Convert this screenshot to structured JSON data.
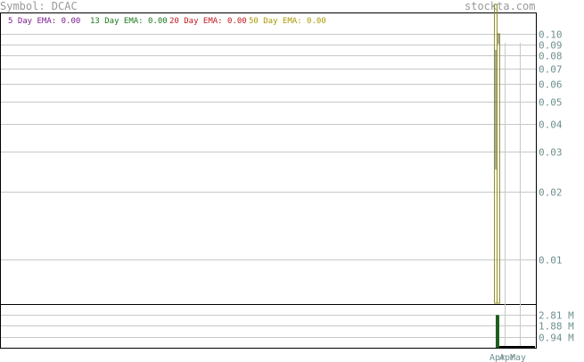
{
  "header": {
    "symbol_label": "Symbol: DCAC",
    "brand": "stockta.com"
  },
  "legend": [
    {
      "label": "5 Day EMA:",
      "value": "0.00",
      "color": "#7b1f8f"
    },
    {
      "label": "13 Day EMA:",
      "value": "0.00",
      "color": "#1a7a1a"
    },
    {
      "label": "20 Day EMA:",
      "value": "0.00",
      "color": "#c0181f"
    },
    {
      "label": "50 Day EMA:",
      "value": "0.00",
      "color": "#a89a00"
    }
  ],
  "colors": {
    "grid": "#c8c8c8",
    "axis_text": "#6f8f8f",
    "frame": "#000000",
    "candle_line": "#8f8f2a",
    "volume_bar": "#1d5e1d"
  },
  "chart_data": [
    {
      "type": "line",
      "title": "",
      "y_scale": "log",
      "price_ticks": [
        0.1,
        0.09,
        0.08,
        0.07,
        0.06,
        0.05,
        0.04,
        0.03,
        0.02,
        0.01
      ],
      "price_tick_labels": [
        "0.10",
        "0.09",
        "0.08",
        "0.07",
        "0.06",
        "0.05",
        "0.04",
        "0.03",
        "0.02",
        "0.01"
      ],
      "ylim": [
        0.0064,
        0.135
      ],
      "x_tick_labels": [
        "Apr",
        "Apr",
        "May"
      ],
      "series": [
        {
          "name": "5 Day EMA:",
          "value": 0.0
        },
        {
          "name": "13 Day EMA:",
          "value": 0.0
        },
        {
          "name": "20 Day EMA:",
          "value": 0.0
        },
        {
          "name": "50 Day EMA:",
          "value": 0.0
        }
      ],
      "price_bars": [
        {
          "high": 0.135,
          "low": 0.0064,
          "open": 0.085,
          "close": 0.025
        },
        {
          "high": 0.1,
          "low": 0.0064,
          "open": 0.1,
          "close": 0.09
        }
      ]
    },
    {
      "type": "bar",
      "title": "",
      "ylabel": "",
      "volume_ticks": [
        2.81,
        1.88,
        0.94
      ],
      "volume_tick_labels": [
        "2.81 M",
        "1.88 M",
        "0.94 M"
      ],
      "ylim": [
        0,
        3.75
      ],
      "values": [
        2.81
      ]
    }
  ]
}
